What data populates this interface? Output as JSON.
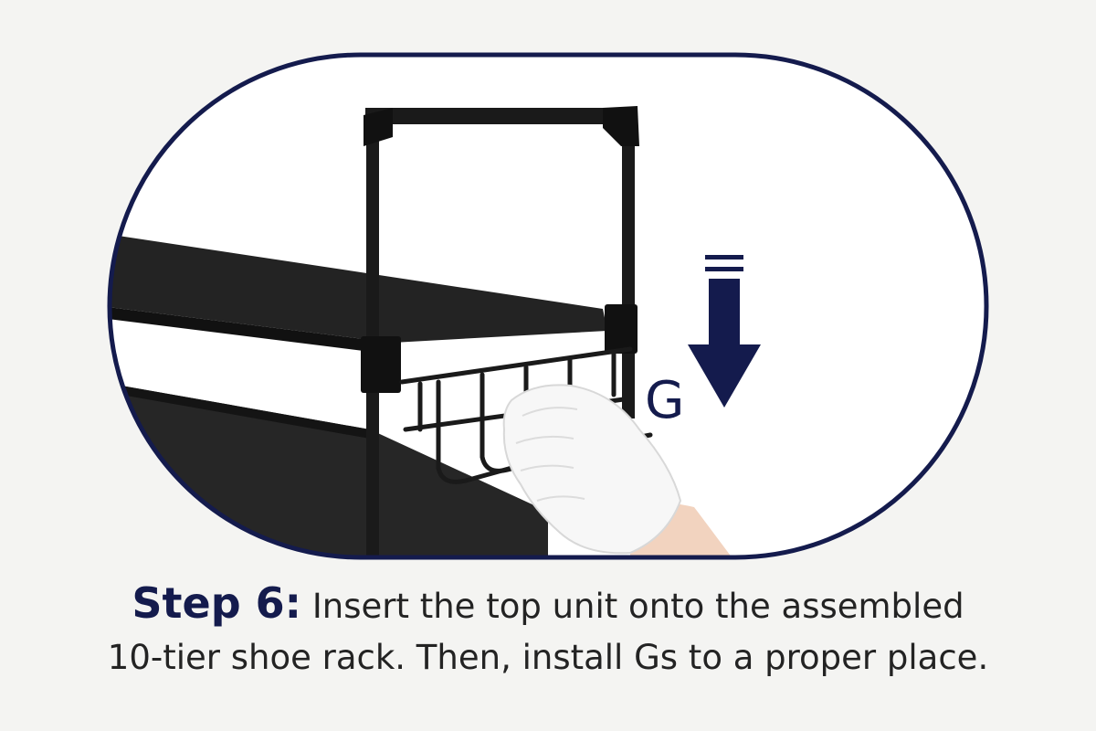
{
  "illustration": {
    "part_label": "G",
    "colors": {
      "frame": "#141b4d",
      "arrow": "#141b4d",
      "rack": "#1f1f1f",
      "glove": "#f7f7f7",
      "skin": "#f2d3bf"
    },
    "icons": [
      "down-arrow-icon"
    ]
  },
  "caption": {
    "step_label": "Step 6:",
    "line1_text": "Insert the top unit onto the assembled",
    "line2_text": "10-tier shoe rack. Then, install Gs to a proper place."
  }
}
